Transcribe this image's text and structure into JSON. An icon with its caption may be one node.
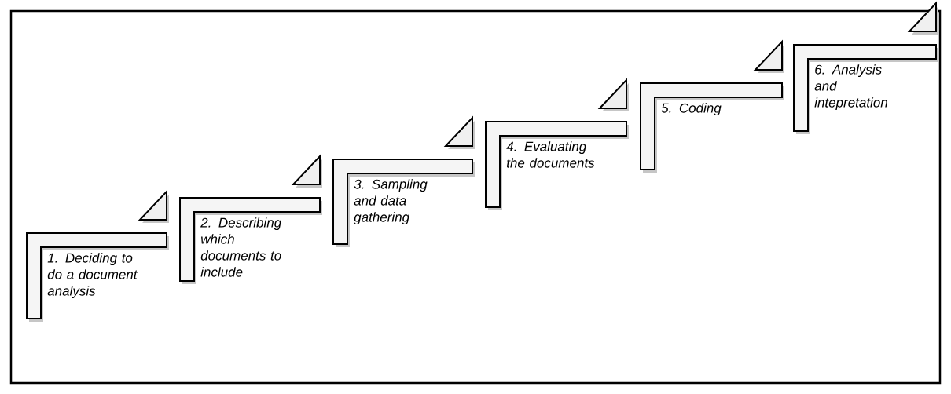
{
  "diagram": {
    "nodes": [
      {
        "text": [
          "1. Deciding to do a document analysis"
        ]
      },
      {
        "text": [
          "2. Describing which documents to include"
        ]
      },
      {
        "text": [
          "3. Sampling and data gathering"
        ]
      },
      {
        "text": [
          "4. Evaluating the documents"
        ]
      },
      {
        "text": [
          "5. Coding"
        ]
      },
      {
        "text": [
          "6. Analysis and intepretation"
        ]
      }
    ]
  }
}
